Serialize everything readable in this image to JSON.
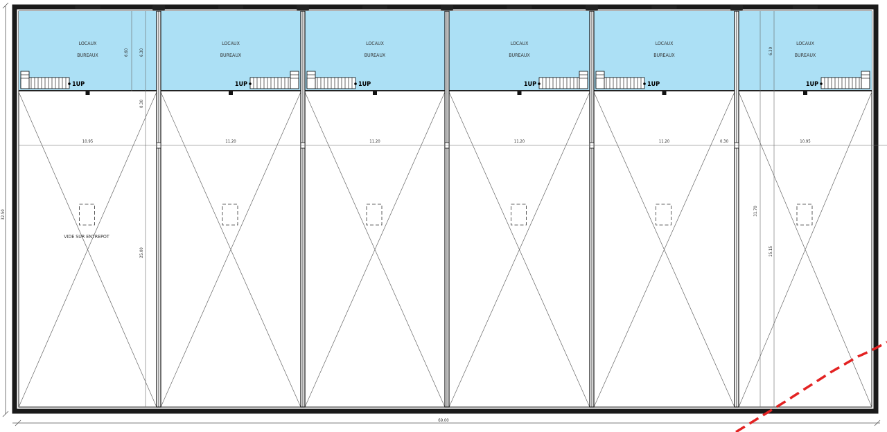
{
  "colors": {
    "office_fill": "#ace0f5",
    "wall": "#1a1a1a",
    "line": "#555555",
    "boundary": "#e32222"
  },
  "units": [
    {
      "office_line1": "LOCAUX",
      "office_line2": "BUREAUX",
      "stair_label": "1UP",
      "stair_side": "left",
      "width_dim": "10.95"
    },
    {
      "office_line1": "LOCAUX",
      "office_line2": "BUREAUX",
      "stair_label": "1UP",
      "stair_side": "right",
      "width_dim": "11.20"
    },
    {
      "office_line1": "LOCAUX",
      "office_line2": "BUREAUX",
      "stair_label": "1UP",
      "stair_side": "left",
      "width_dim": "11.20"
    },
    {
      "office_line1": "LOCAUX",
      "office_line2": "BUREAUX",
      "stair_label": "1UP",
      "stair_side": "right",
      "width_dim": "11.20"
    },
    {
      "office_line1": "LOCAUX",
      "office_line2": "BUREAUX",
      "stair_label": "1UP",
      "stair_side": "left",
      "width_dim": "11.20"
    },
    {
      "office_line1": "LOCAUX",
      "office_line2": "BUREAUX",
      "stair_label": "1UP",
      "stair_side": "right",
      "width_dim": "10.95"
    }
  ],
  "void_label": "VIDE SUR ENTREPOT",
  "dimensions": {
    "overall_width": "69.00",
    "overall_depth": "32.50",
    "office_depth_a": "6.60",
    "office_depth_b": "6.30",
    "office_depth_c": "6.30",
    "slab": "0.30",
    "wall_thickness": "0.30",
    "warehouse_depth_a": "25.00",
    "warehouse_depth_b": "25.15",
    "total_depth_f": "31.70"
  }
}
